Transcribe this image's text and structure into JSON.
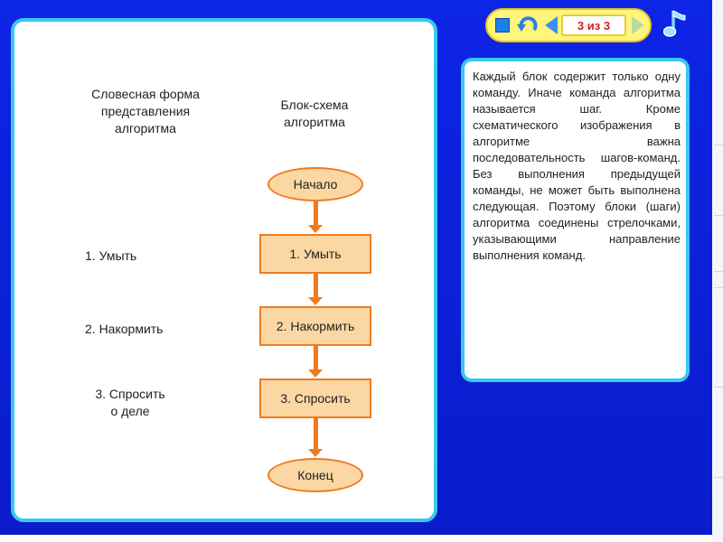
{
  "toolbar": {
    "counter": "3 из 3",
    "icons": [
      "stop-icon",
      "replay-icon",
      "prev-arrow-icon",
      "next-arrow-icon",
      "music-note-icon"
    ]
  },
  "left_panel": {
    "heading_verbal": "Словесная форма представления алгоритма",
    "heading_flowchart": "Блок-схема алгоритма",
    "verbal_steps": [
      "1. Умыть",
      "2. Накормить",
      "3. Спросить о деле"
    ],
    "flowchart": {
      "start": "Начало",
      "steps": [
        "1. Умыть",
        "2. Накормить",
        "3. Спросить"
      ],
      "end": "Конец"
    }
  },
  "right_panel": {
    "text": "Каждый блок содержит только одну команду. Иначе команда алгоритма называется шаг. Кроме схематического изображения в алгоритме важна последовательность шагов-команд. Без выполнения предыдущей команды, не может быть выполнена следующая. Поэтому блоки (шаги) алгоритма соединены стрелочками, указывающими направление выполнения команд."
  },
  "colors": {
    "background": "#0b1fd6",
    "panel_border": "#38c8f0",
    "block_fill": "#fbd7a3",
    "block_border": "#f07b1f",
    "toolbar": "#fff57a",
    "counter_text": "#d32020"
  }
}
